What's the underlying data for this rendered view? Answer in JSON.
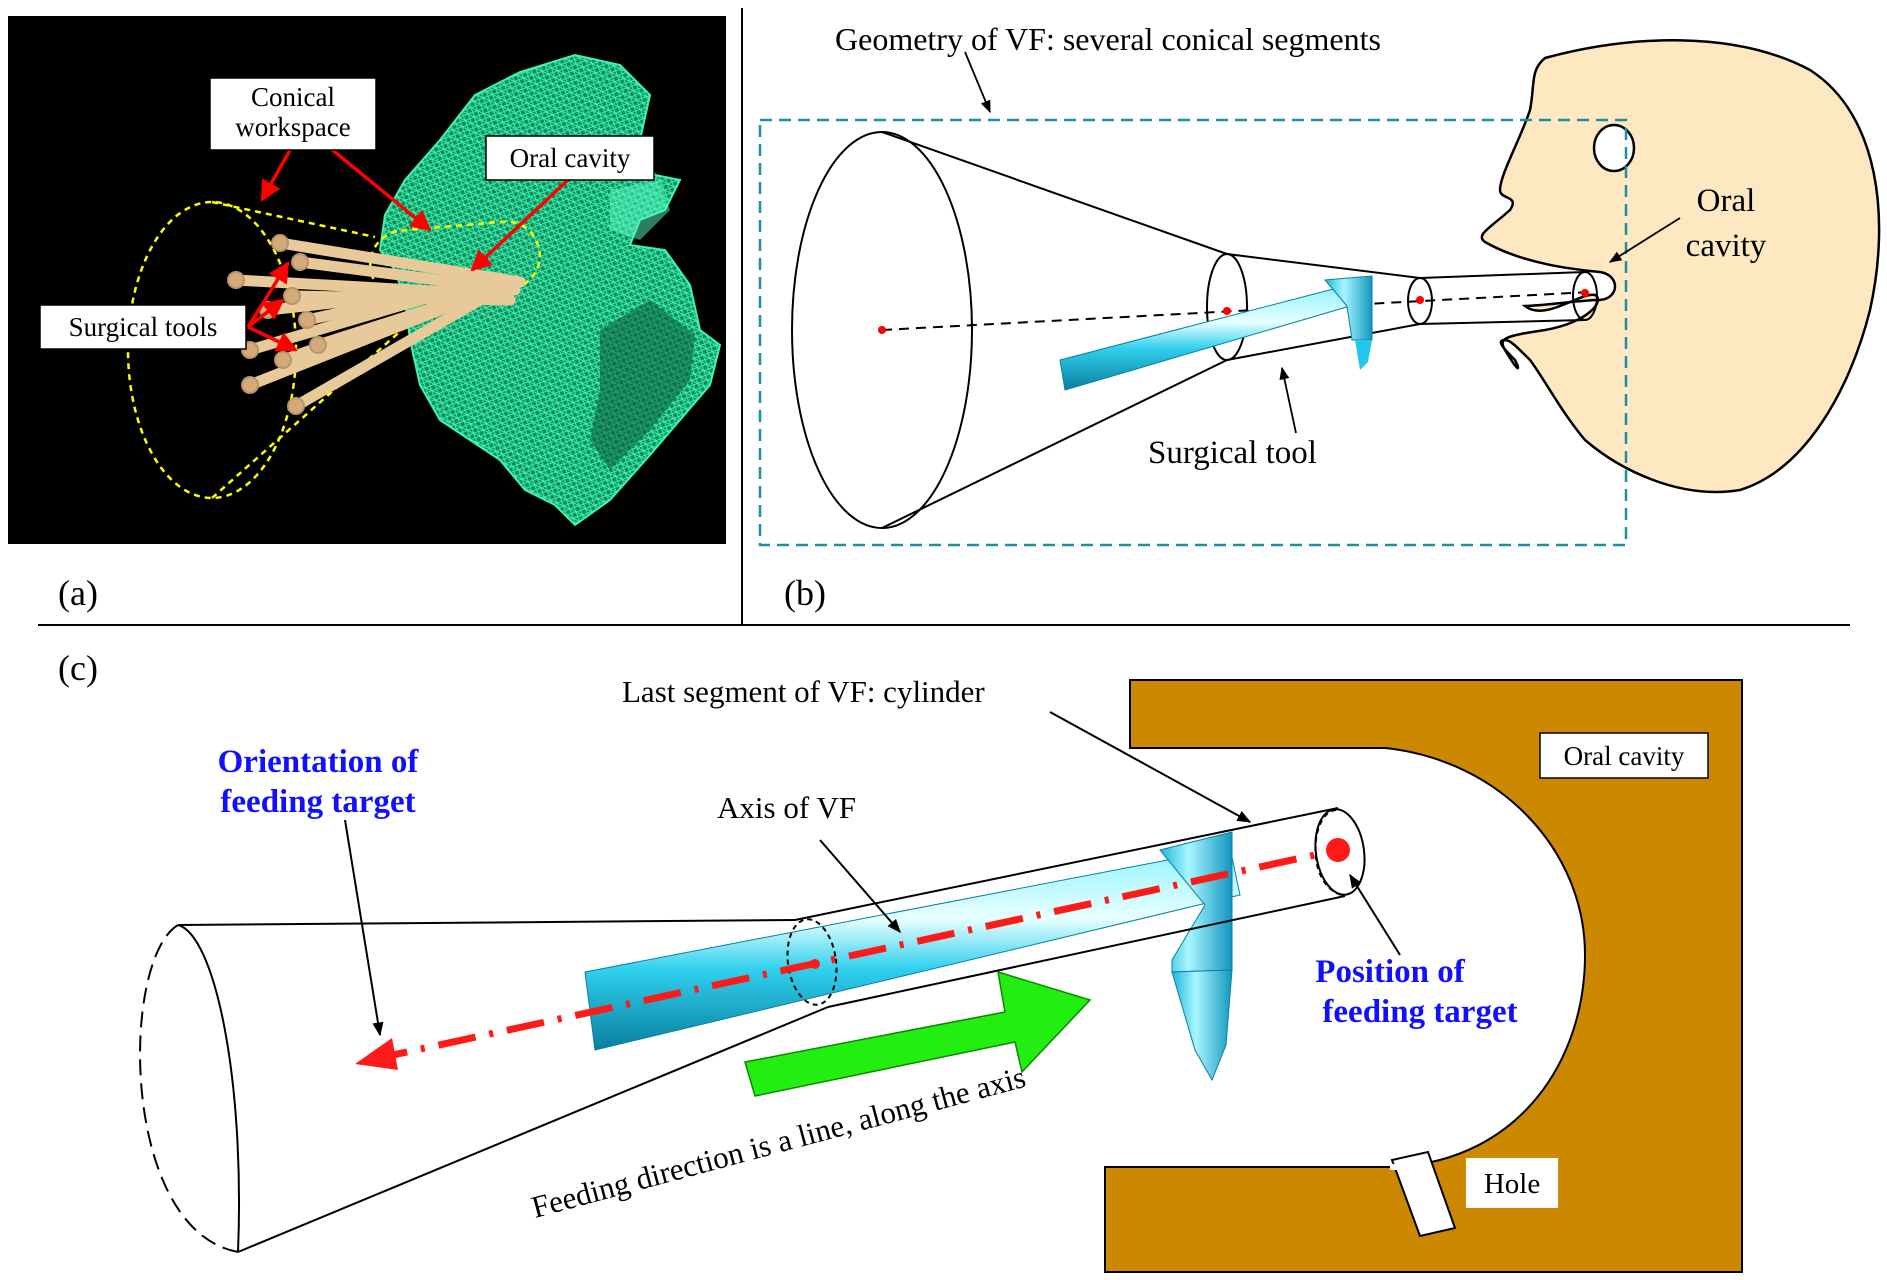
{
  "panels": {
    "a": {
      "label": "(a)",
      "conical_workspace_line1": "Conical",
      "conical_workspace_line2": "workspace",
      "oral_cavity": "Oral cavity",
      "surgical_tools": "Surgical tools"
    },
    "b": {
      "label": "(b)",
      "geometry_title": "Geometry of VF: several conical segments",
      "oral_cavity_line1": "Oral",
      "oral_cavity_line2": "cavity",
      "surgical_tool": "Surgical tool"
    },
    "c": {
      "label": "(c)",
      "last_segment": "Last segment of VF: cylinder",
      "oral_cavity": "Oral cavity",
      "orientation_line1": "Orientation of",
      "orientation_line2": "feeding target",
      "axis_of_vf": "Axis of VF",
      "position_line1": "Position of",
      "position_line2": "feeding target",
      "feeding_direction": "Feeding direction is a line, along the axis",
      "hole": "Hole"
    }
  },
  "colors": {
    "mesh_green": "#2ee6a0",
    "mesh_dark": "#0d6b4a",
    "tool_tan": "#e8c99a",
    "tool_tan_dark": "#b8956a",
    "annotation_red": "#ff0000",
    "workspace_yellow": "#ffff00",
    "frame_teal": "#1e8fa0",
    "face_fill": "#fde8c2",
    "mouth_block": "#cc8800",
    "tool_cyan": "#29d6f0",
    "tool_cyan_dark": "#0a8fb0",
    "arrow_green": "#22ee11",
    "emphasis_blue": "#1010ff",
    "axis_red": "#ff1a1a"
  }
}
